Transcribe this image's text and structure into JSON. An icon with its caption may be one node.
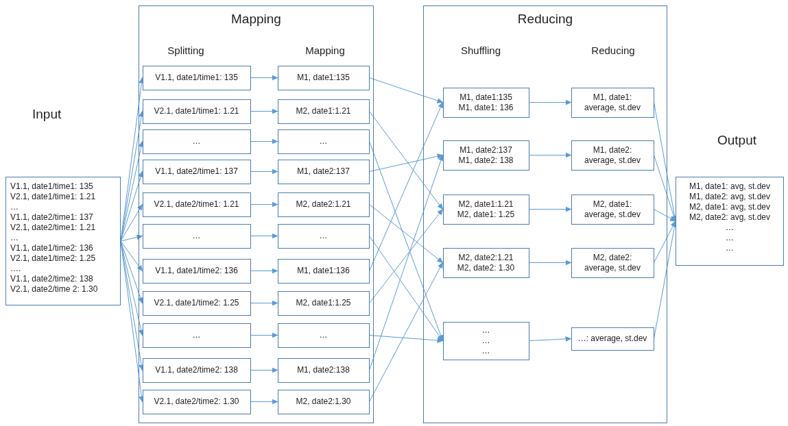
{
  "diagram": {
    "nodes": [
      {
        "text": [
          "Input",
          "V1.1, date1/time1: 135",
          "V2.1, date1/time1: 1.21",
          "…",
          "V1.1, date2/time1: 137",
          "V2.1, date2/time1: 1.21",
          "…",
          "V1.1, date1/time2: 136",
          "V2.1, date1/time2: 1.25",
          "….",
          "V1.1, date2/time2: 138",
          "V2.1, date2/time 2: 1.30"
        ]
      },
      {
        "text": [
          "Mapping",
          "Splitting",
          "Mapping"
        ]
      },
      {
        "text": [
          "V1.1, date1/time1: 135"
        ],
        "in": 1
      },
      {
        "text": [
          "V2.1, date1/time1: 1.21"
        ],
        "in": 1
      },
      {
        "text": [
          "…"
        ],
        "in": 1
      },
      {
        "text": [
          "V1.1, date2/time1: 137"
        ],
        "in": 1
      },
      {
        "text": [
          "V2.1, date2/time1: 1.21"
        ],
        "in": 1
      },
      {
        "text": [
          "…"
        ],
        "in": 1
      },
      {
        "text": [
          "V1.1, date1/time2: 136"
        ],
        "in": 1
      },
      {
        "text": [
          "V2.1, date1/time2: 1.25"
        ],
        "in": 1
      },
      {
        "text": [
          "…"
        ],
        "in": 1
      },
      {
        "text": [
          "V1.1, date2/time2: 138"
        ],
        "in": 1
      },
      {
        "text": [
          "V2.1, date2/time2: 1.30"
        ],
        "in": 1
      },
      {
        "text": [
          "M1, date1:135"
        ],
        "in": 1
      },
      {
        "text": [
          "M2, date1:1.21"
        ],
        "in": 1
      },
      {
        "text": [
          "…"
        ],
        "in": 1
      },
      {
        "text": [
          "M1, date2:137"
        ],
        "in": 1
      },
      {
        "text": [
          "M2, date2:1.21"
        ],
        "in": 1
      },
      {
        "text": [
          "…"
        ],
        "in": 1
      },
      {
        "text": [
          "M1, date1:136"
        ],
        "in": 1
      },
      {
        "text": [
          "M2, date1:1.25"
        ],
        "in": 1
      },
      {
        "text": [
          "…"
        ],
        "in": 1
      },
      {
        "text": [
          "M1, date2:138"
        ],
        "in": 1
      },
      {
        "text": [
          "M2, date2:1.30"
        ],
        "in": 1
      },
      {
        "text": [
          "Reducing",
          "Shuffling",
          "Reducing"
        ]
      },
      {
        "text": [
          "M1, date1:135",
          "M1, date1: 136"
        ],
        "in": 24
      },
      {
        "text": [
          "M1, date2:137",
          "M1, date2: 138"
        ],
        "in": 24
      },
      {
        "text": [
          "M2, date1:1.21",
          "M2, date1: 1.25"
        ],
        "in": 24
      },
      {
        "text": [
          "M2, date2:1.21",
          "M2, date2: 1.30"
        ],
        "in": 24
      },
      {
        "text": [
          "…",
          "…",
          "…"
        ],
        "in": 24
      },
      {
        "text": [
          "M1, date1: average, st.dev"
        ],
        "in": 24
      },
      {
        "text": [
          "M1, date2: average, st.dev"
        ],
        "in": 24
      },
      {
        "text": [
          "M2, date1: average, st.dev"
        ],
        "in": 24
      },
      {
        "text": [
          "M2, date2: average, st.dev"
        ],
        "in": 24
      },
      {
        "text": [
          "…: average, st.dev"
        ],
        "in": 24
      },
      {
        "text": [
          "Output",
          "M1, date1: avg, st.dev",
          "M1, date2: avg, st.dev",
          "M2, date1: avg, st.dev",
          "M2, date2: avg, st.dev",
          "…",
          "…",
          "…"
        ]
      }
    ],
    "edges": [
      {
        "from": 0,
        "to": 2,
        "arrow": "to"
      },
      {
        "from": 0,
        "to": 3,
        "arrow": "to"
      },
      {
        "from": 0,
        "to": 4,
        "arrow": "to"
      },
      {
        "from": 0,
        "to": 5,
        "arrow": "to"
      },
      {
        "from": 0,
        "to": 6,
        "arrow": "to"
      },
      {
        "from": 0,
        "to": 7,
        "arrow": "to"
      },
      {
        "from": 0,
        "to": 8,
        "arrow": "to"
      },
      {
        "from": 0,
        "to": 9,
        "arrow": "to"
      },
      {
        "from": 0,
        "to": 10,
        "arrow": "to"
      },
      {
        "from": 0,
        "to": 11,
        "arrow": "to"
      },
      {
        "from": 0,
        "to": 12,
        "arrow": "to"
      },
      {
        "from": 2,
        "to": 13,
        "arrow": "to"
      },
      {
        "from": 3,
        "to": 14,
        "arrow": "to"
      },
      {
        "from": 4,
        "to": 15,
        "arrow": "to"
      },
      {
        "from": 5,
        "to": 16,
        "arrow": "to"
      },
      {
        "from": 6,
        "to": 17,
        "arrow": "to"
      },
      {
        "from": 7,
        "to": 18,
        "arrow": "to"
      },
      {
        "from": 8,
        "to": 19,
        "arrow": "to"
      },
      {
        "from": 9,
        "to": 20,
        "arrow": "to"
      },
      {
        "from": 10,
        "to": 21,
        "arrow": "to"
      },
      {
        "from": 11,
        "to": 22,
        "arrow": "to"
      },
      {
        "from": 12,
        "to": 23,
        "arrow": "to"
      },
      {
        "from": 13,
        "to": 25,
        "arrow": "to"
      },
      {
        "from": 14,
        "to": 27,
        "arrow": "to"
      },
      {
        "from": 15,
        "to": 29,
        "arrow": "to"
      },
      {
        "from": 16,
        "to": 26,
        "arrow": "to"
      },
      {
        "from": 17,
        "to": 28,
        "arrow": "to"
      },
      {
        "from": 18,
        "to": 29,
        "arrow": "to"
      },
      {
        "from": 19,
        "to": 25,
        "arrow": "to"
      },
      {
        "from": 20,
        "to": 27,
        "arrow": "to"
      },
      {
        "from": 21,
        "to": 29,
        "arrow": "to"
      },
      {
        "from": 22,
        "to": 26,
        "arrow": "to"
      },
      {
        "from": 23,
        "to": 28,
        "arrow": "to"
      },
      {
        "from": 25,
        "to": 30,
        "arrow": "to"
      },
      {
        "from": 26,
        "to": 31,
        "arrow": "to"
      },
      {
        "from": 27,
        "to": 32,
        "arrow": "to"
      },
      {
        "from": 28,
        "to": 33,
        "arrow": "to"
      },
      {
        "from": 29,
        "to": 34,
        "arrow": "to"
      },
      {
        "from": 30,
        "to": 35,
        "arrow": "to"
      },
      {
        "from": 31,
        "to": 35,
        "arrow": "to"
      },
      {
        "from": 32,
        "to": 35,
        "arrow": "to"
      },
      {
        "from": 33,
        "to": 35,
        "arrow": "to"
      },
      {
        "from": 34,
        "to": 35,
        "arrow": "to"
      }
    ]
  }
}
